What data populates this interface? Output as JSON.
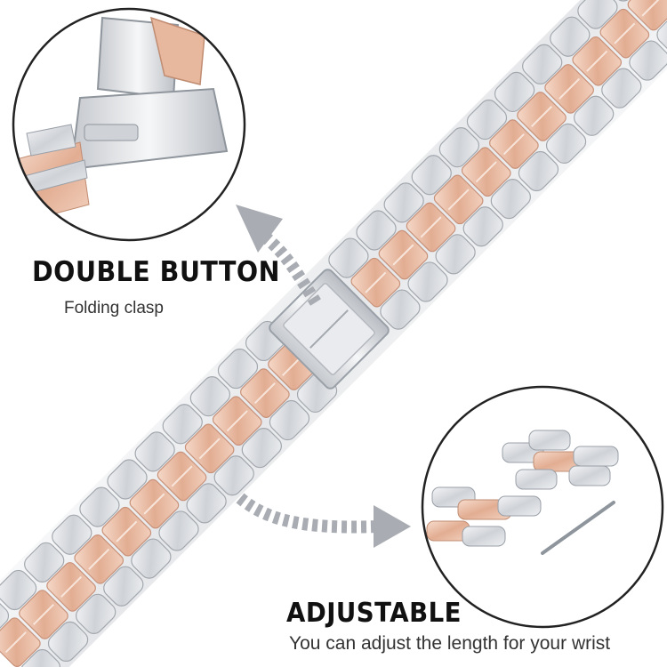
{
  "feature_clasp": {
    "title": "DOUBLE BUTTON",
    "subtitle": "Folding clasp"
  },
  "feature_adjust": {
    "title": "ADJUSTABLE",
    "subtitle": "You can adjust the length for your wrist"
  },
  "colors": {
    "silver": "#d9dbe0",
    "silver_dark": "#9aa0a8",
    "rose_gold": "#ecc3ad",
    "rose_gold_dark": "#c98f74",
    "arrow": "#a9adb3",
    "text": "#111111"
  }
}
